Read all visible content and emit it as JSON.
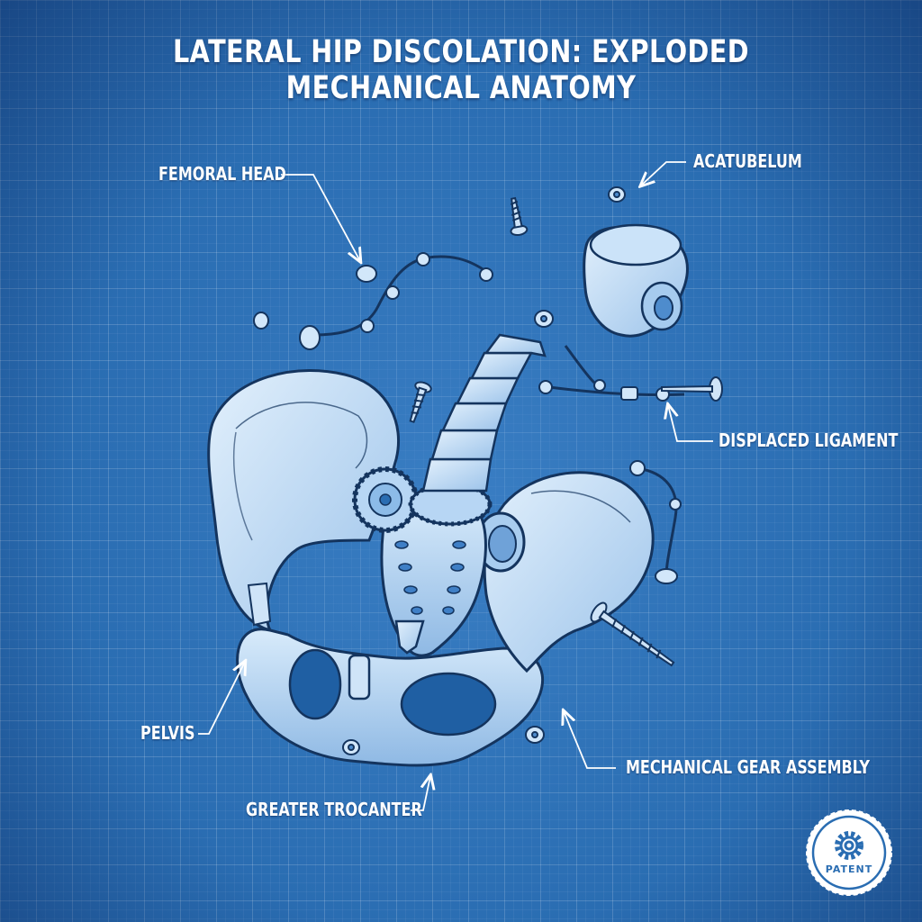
{
  "title": "LATERAL HIP DISCOLATION: EXPLODED MECHANICAL ANATOMY",
  "labels": {
    "femoral_head": "FEMORAL HEAD",
    "acatubelum": "ACATUBELUM",
    "displaced_ligament": "DISPLACED LIGAMENT",
    "pelvis": "PELVIS",
    "mechanical_gear_assembly": "MECHANICAL GEAR ASSEMBLY",
    "greater_trocanter": "GREATER TROCANTER"
  },
  "seal": {
    "text": "PATENT"
  },
  "colors": {
    "background": "#2a6db2",
    "line": "#ffffff",
    "bone_fill": "#bcd8f2",
    "outline": "#14345e"
  }
}
